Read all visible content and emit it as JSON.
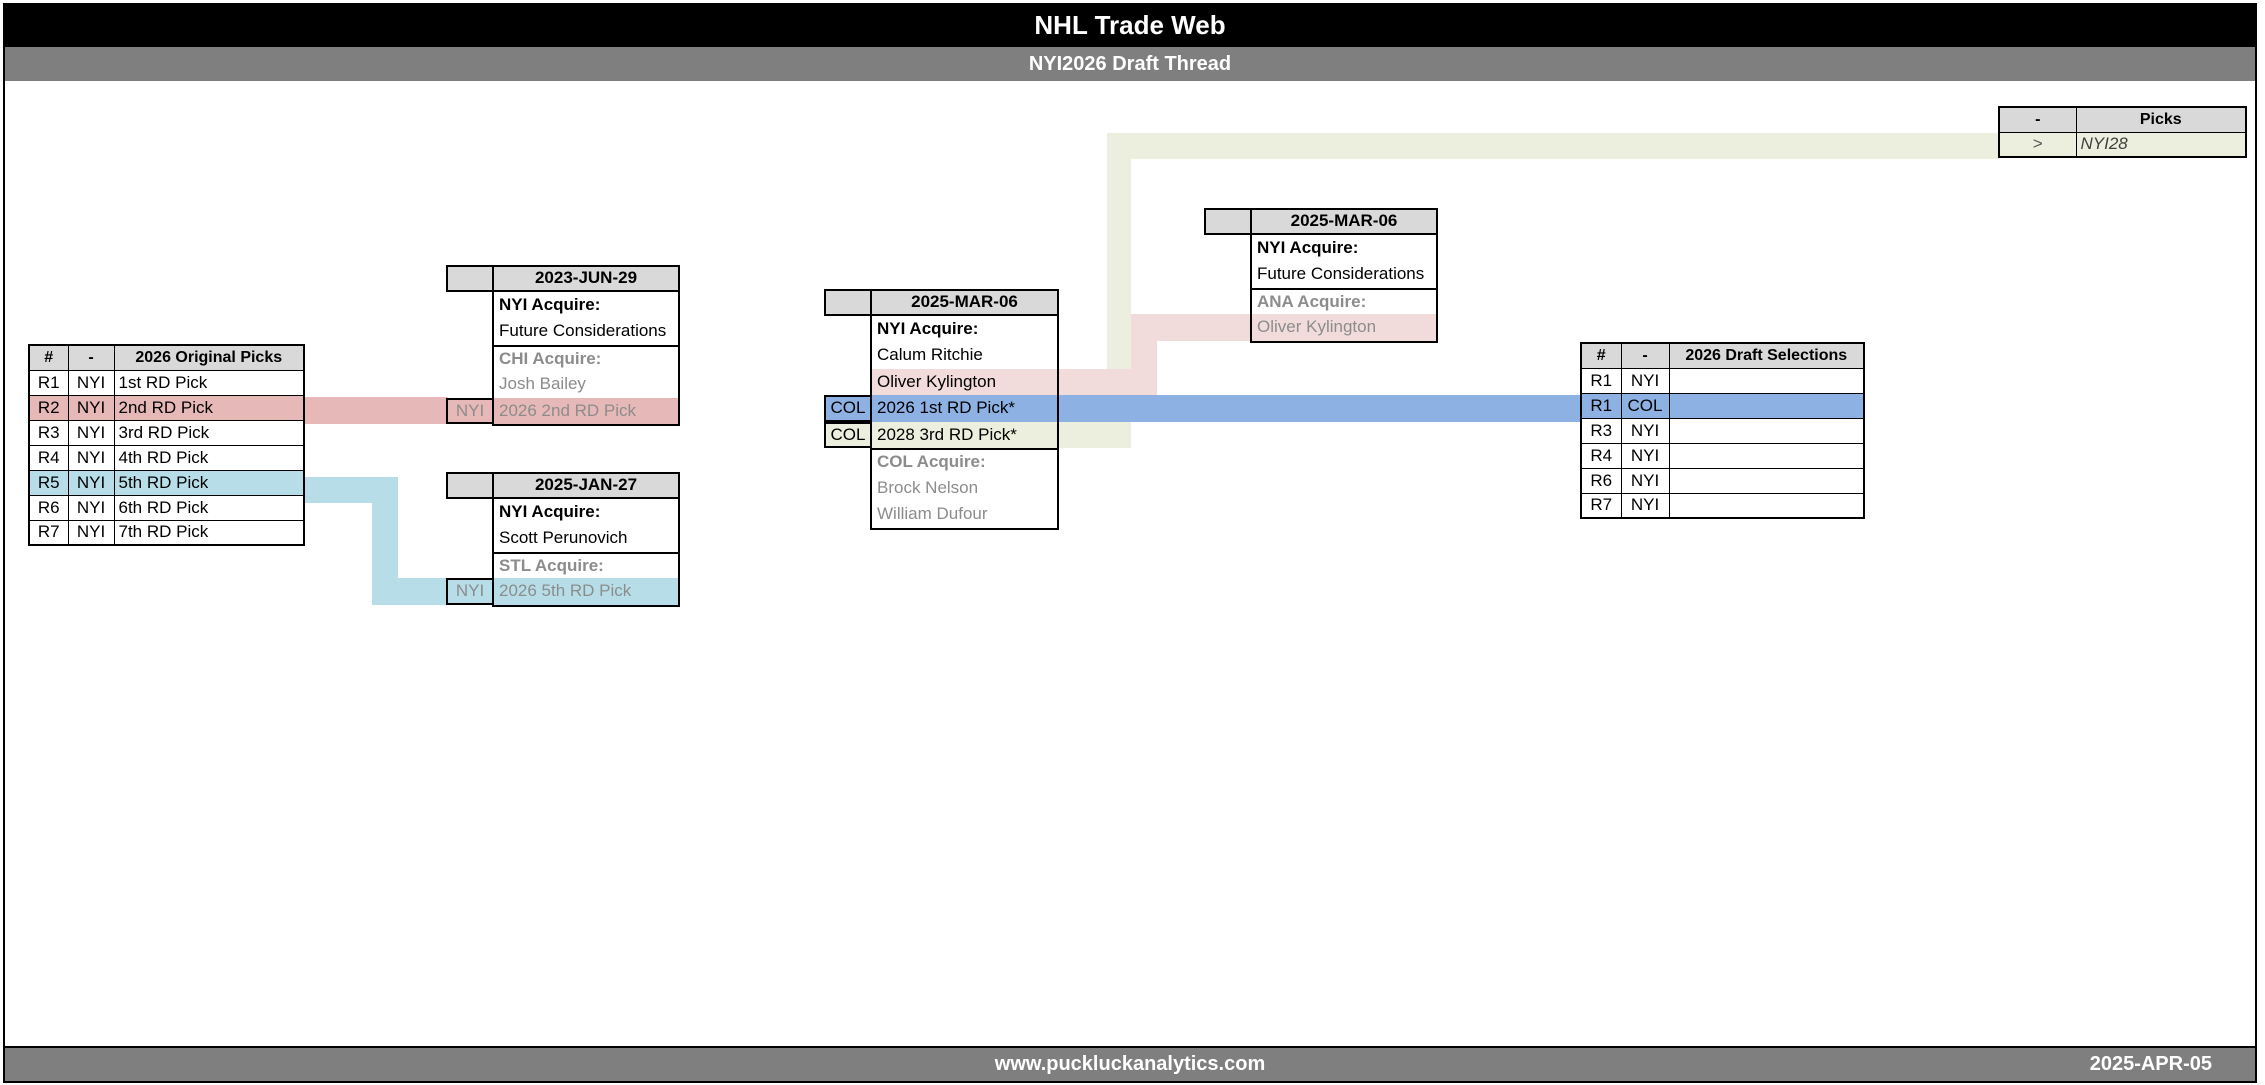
{
  "title_bar": {
    "title": "NHL Trade Web"
  },
  "subtitle_bar": {
    "subtitle": "NYI2026 Draft Thread"
  },
  "footer": {
    "site": "www.puckluckanalytics.com",
    "date": "2025-APR-05"
  },
  "colors": {
    "title_bar_fill": "#000000",
    "subtitle_bar_fill": "#7f7f7f",
    "header_cell_fill": "#d9d9d9",
    "pink": "#e6b9b8",
    "light_pink": "#f2dcdb",
    "light_blue": "#b7dee8",
    "blue": "#8db1e2",
    "olive": "#ecefdd",
    "gray_text": "#8c8c8c"
  },
  "original_picks": {
    "headers": {
      "num": "#",
      "team": "-",
      "title": "2026 Original Picks"
    },
    "rows": [
      {
        "num": "R1",
        "team": "NYI",
        "pick": "1st RD Pick"
      },
      {
        "num": "R2",
        "team": "NYI",
        "pick": "2nd RD Pick"
      },
      {
        "num": "R3",
        "team": "NYI",
        "pick": "3rd RD Pick"
      },
      {
        "num": "R4",
        "team": "NYI",
        "pick": "4th RD Pick"
      },
      {
        "num": "R5",
        "team": "NYI",
        "pick": "5th RD Pick"
      },
      {
        "num": "R6",
        "team": "NYI",
        "pick": "6th RD Pick"
      },
      {
        "num": "R7",
        "team": "NYI",
        "pick": "7th RD Pick"
      }
    ]
  },
  "trade_chi": {
    "date": "2023-JUN-29",
    "nyi_acquire_label": "NYI Acquire:",
    "nyi_acquire_1": "Future Considerations",
    "other_acquire_label": "CHI Acquire:",
    "other_acquire_1": "Josh Bailey",
    "pick_team": "NYI",
    "pick": "2026 2nd RD Pick"
  },
  "trade_stl": {
    "date": "2025-JAN-27",
    "nyi_acquire_label": "NYI Acquire:",
    "nyi_acquire_1": "Scott Perunovich",
    "other_acquire_label": "STL Acquire:",
    "pick_team": "NYI",
    "pick": "2026 5th RD Pick"
  },
  "trade_col": {
    "date": "2025-MAR-06",
    "nyi_acquire_label": "NYI Acquire:",
    "nyi_acquire_1": "Calum Ritchie",
    "nyi_acquire_2": "Oliver Kylington",
    "pick_1_team": "COL",
    "pick_1": "2026 1st RD Pick*",
    "pick_2_team": "COL",
    "pick_2": "2028 3rd RD Pick*",
    "other_acquire_label": "COL Acquire:",
    "other_acquire_1": "Brock Nelson",
    "other_acquire_2": "William Dufour"
  },
  "trade_ana": {
    "date": "2025-MAR-06",
    "nyi_acquire_label": "NYI Acquire:",
    "nyi_acquire_1": "Future Considerations",
    "other_acquire_label": "ANA Acquire:",
    "other_acquire_1": "Oliver Kylington"
  },
  "picks_box": {
    "headers": {
      "team": "-",
      "title": "Picks"
    },
    "row": {
      "arrow": ">",
      "text": "NYI28"
    }
  },
  "draft_selections": {
    "headers": {
      "num": "#",
      "team": "-",
      "title": "2026 Draft Selections"
    },
    "rows": [
      {
        "num": "R1",
        "team": "NYI",
        "pick": ""
      },
      {
        "num": "R1",
        "team": "COL",
        "pick": ""
      },
      {
        "num": "R3",
        "team": "NYI",
        "pick": ""
      },
      {
        "num": "R4",
        "team": "NYI",
        "pick": ""
      },
      {
        "num": "R6",
        "team": "NYI",
        "pick": ""
      },
      {
        "num": "R7",
        "team": "NYI",
        "pick": ""
      }
    ]
  }
}
